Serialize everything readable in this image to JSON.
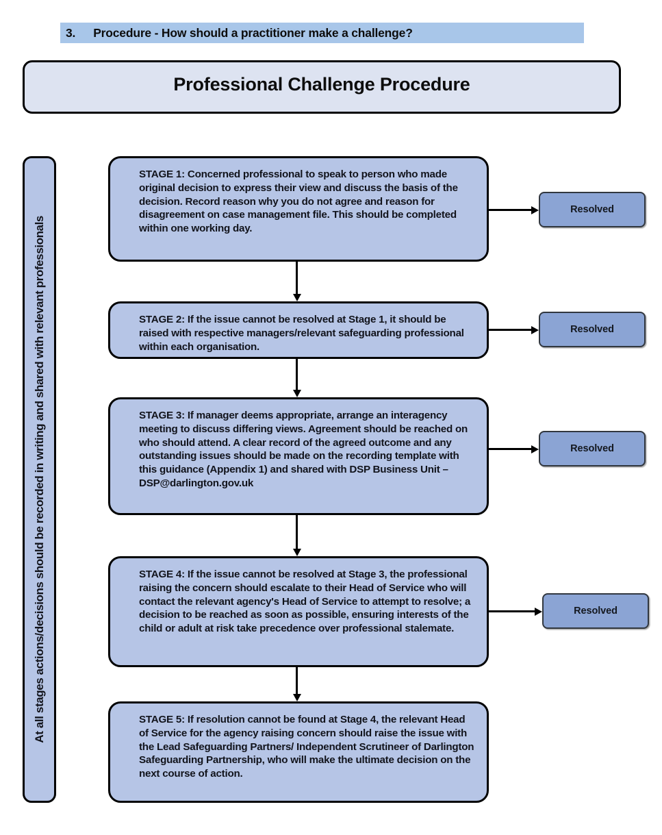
{
  "section": {
    "number": "3.",
    "title": "Procedure - How should a practitioner make a challenge?",
    "highlight_color": "#a8c6e9"
  },
  "banner": {
    "title": "Professional Challenge Procedure",
    "fill_color": "#dde3f1",
    "border_color": "#000000"
  },
  "sidebar": {
    "label": "At all stages actions/decisions should be recorded in writing and shared with relevant professionals",
    "fill_color": "#b6c5e6"
  },
  "flow": {
    "stage_fill_color": "#b6c5e6",
    "resolved_fill_color": "#8ba4d4",
    "stages": [
      {
        "id": "stage-1",
        "text": "STAGE 1: Concerned professional to speak to person who made original decision to express their view and discuss the basis of the decision.  Record reason why you do not agree and reason for disagreement on case management file. This should be completed within one working day."
      },
      {
        "id": "stage-2",
        "text": "STAGE 2: If the issue cannot be resolved at Stage 1, it should be raised with respective managers/relevant safeguarding professional within each organisation."
      },
      {
        "id": "stage-3",
        "text": "STAGE 3: If manager deems appropriate, arrange an interagency meeting to discuss differing views. Agreement should be reached on who should attend. A clear record of the agreed outcome and any outstanding issues should be made on the recording template with this guidance (Appendix 1) and shared with DSP Business Unit – DSP@darlington.gov.uk"
      },
      {
        "id": "stage-4",
        "text": "STAGE 4: If the issue cannot be resolved at Stage 3, the professional raising the concern should escalate to their Head of Service who will contact the relevant agency's Head of Service to attempt to resolve; a decision to be reached as soon as possible, ensuring interests of the child or adult at risk take precedence over professional stalemate."
      },
      {
        "id": "stage-5",
        "text": "STAGE 5: If resolution cannot be found at Stage 4, the relevant Head of Service for the agency raising concern should raise the issue with the Lead Safeguarding Partners/ Independent Scrutineer of Darlington Safeguarding Partnership, who will make the ultimate decision on the next course of action."
      }
    ],
    "outcomes": [
      {
        "id": "resolved-1",
        "label": "Resolved"
      },
      {
        "id": "resolved-2",
        "label": "Resolved"
      },
      {
        "id": "resolved-3",
        "label": "Resolved"
      },
      {
        "id": "resolved-4",
        "label": "Resolved"
      }
    ]
  }
}
